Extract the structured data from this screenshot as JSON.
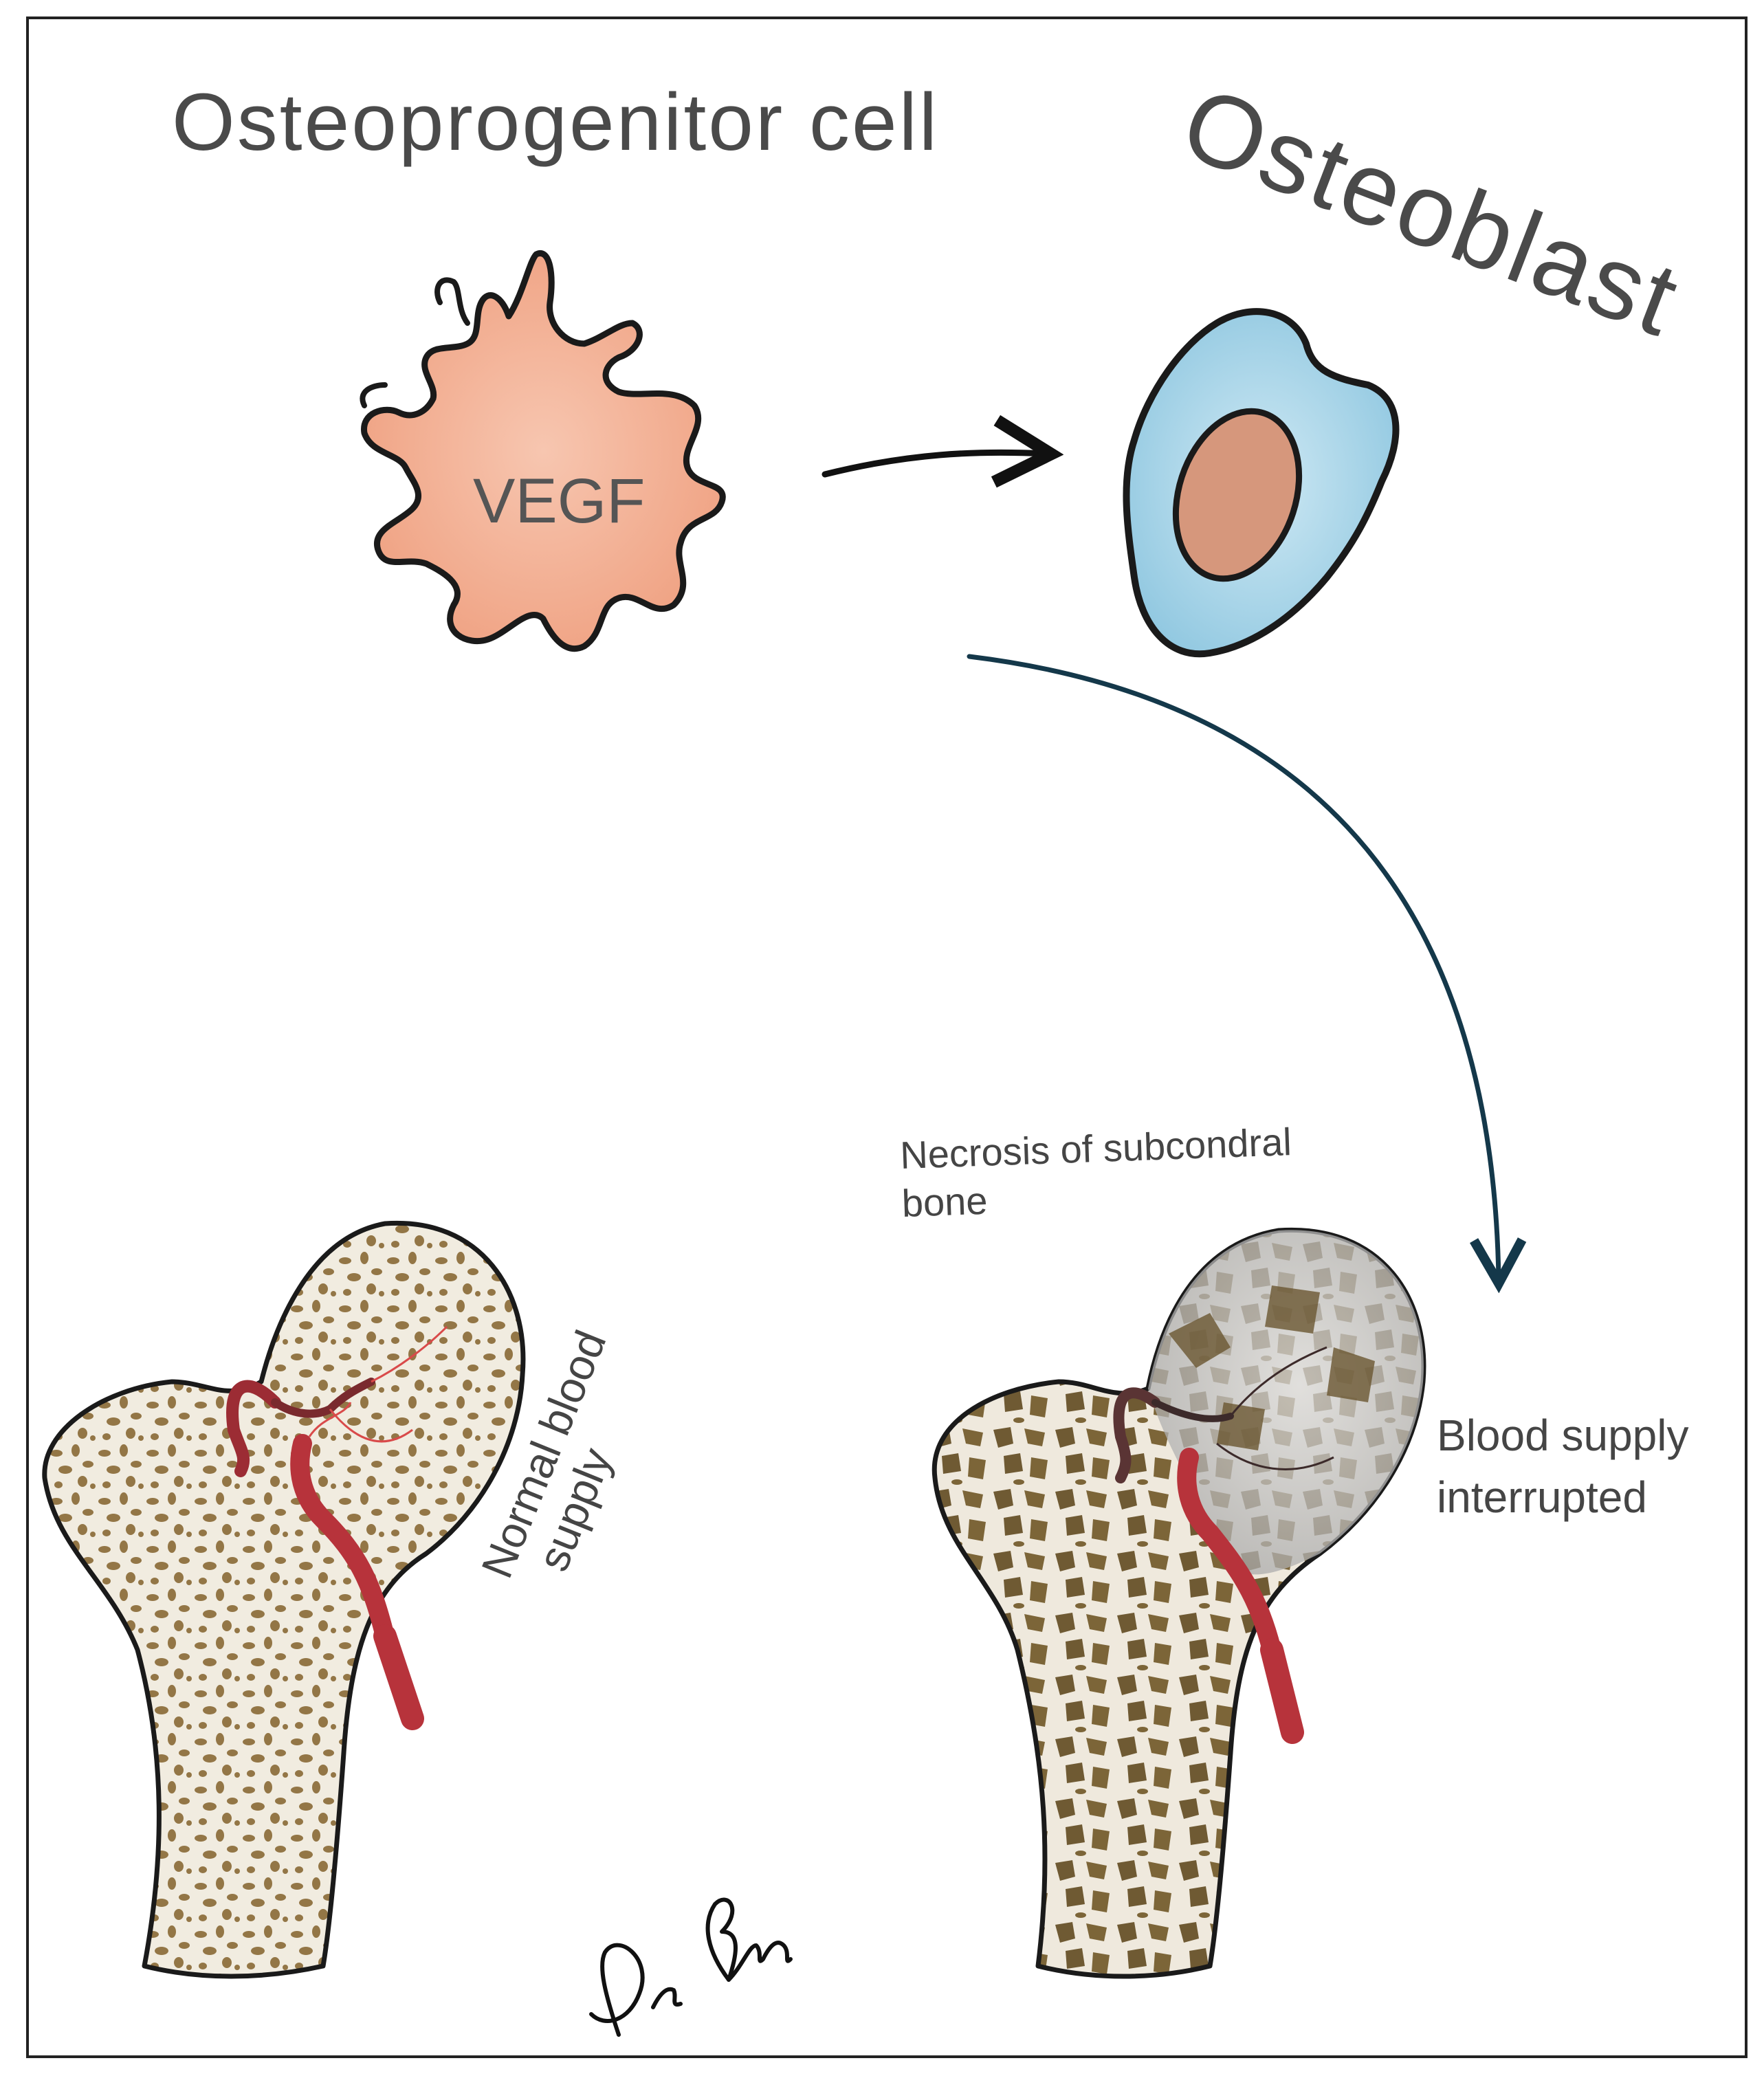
{
  "titles": {
    "progenitor": "Osteoprogenitor cell",
    "osteoblast": "Osteoblast"
  },
  "cells": {
    "progenitor_label": "VEGF"
  },
  "labels": {
    "normal_blood_supply": [
      "Normal blood",
      "supply"
    ],
    "necrosis": [
      "Necrosis of  subcondral",
      "bone"
    ],
    "blood_supply_interrupted": [
      "Blood  supply",
      "interrupted"
    ]
  },
  "signature": "Dr Eman",
  "colors": {
    "progenitor_fill": "#f4b79d",
    "osteoblast_fill": "#a9d6ea",
    "osteoblast_nucleus": "#d99a7f",
    "bone_fill": "#f1ece0",
    "trabecula": "#8e7242",
    "vessel": "#b7333b",
    "necrotic_head": "#c9c9c9",
    "curved_arrow": "#14384a"
  }
}
